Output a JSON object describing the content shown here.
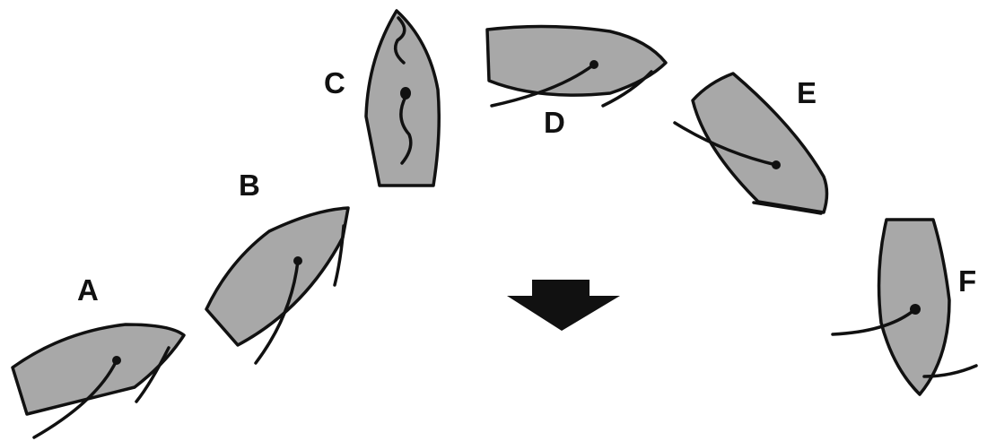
{
  "colors": {
    "hull_fill": "#a8a8a8",
    "outline": "#111111",
    "background": "#ffffff"
  },
  "boats": [
    {
      "id": "A",
      "label": "A"
    },
    {
      "id": "B",
      "label": "B"
    },
    {
      "id": "C",
      "label": "C"
    },
    {
      "id": "D",
      "label": "D"
    },
    {
      "id": "E",
      "label": "E"
    },
    {
      "id": "F",
      "label": "F"
    }
  ],
  "wind_arrow": {
    "icon": "wind-direction-arrow-icon",
    "direction": "down"
  }
}
